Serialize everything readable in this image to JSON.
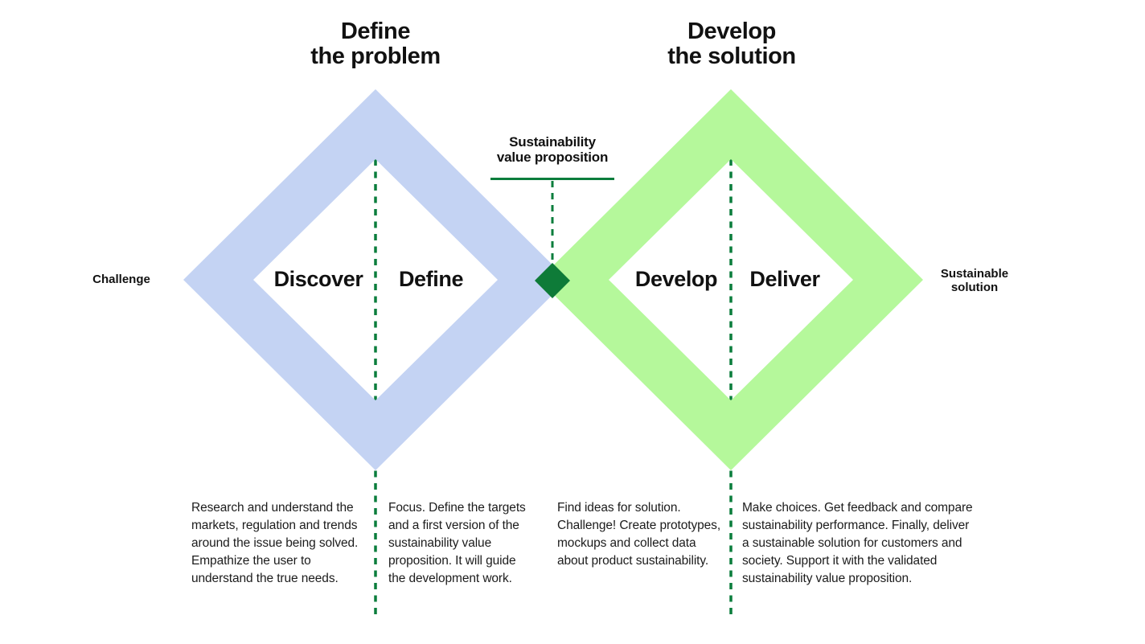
{
  "titles": {
    "left": "Define\nthe problem",
    "right": "Develop\nthe solution"
  },
  "endpoints": {
    "start": "Challenge",
    "end": "Sustainable\nsolution"
  },
  "annotation": {
    "label": "Sustainability\nvalue proposition"
  },
  "stages": [
    {
      "label": "Discover",
      "description": "Research and understand the markets, regulation and trends around the issue being solved. Empathize the user to understand the true needs."
    },
    {
      "label": "Define",
      "description": "Focus. Define the targets and a first version of the sustainability value proposition. It will guide the development work."
    },
    {
      "label": "Develop",
      "description": "Find ideas for solution. Challenge! Create prototypes, mockups and collect data about product sustainability."
    },
    {
      "label": "Deliver",
      "description": "Make choices. Get feedback and compare sustainability performance. Finally, deliver a sustainable solution for customers and society. Support it with the validated sustainability value proposition."
    }
  ],
  "colors": {
    "diamond_blue": "#c4d3f3",
    "diamond_green": "#b5f89b",
    "junction_dark_green": "#0e7b38",
    "line_green": "#0a7d3c",
    "text": "#111111"
  }
}
